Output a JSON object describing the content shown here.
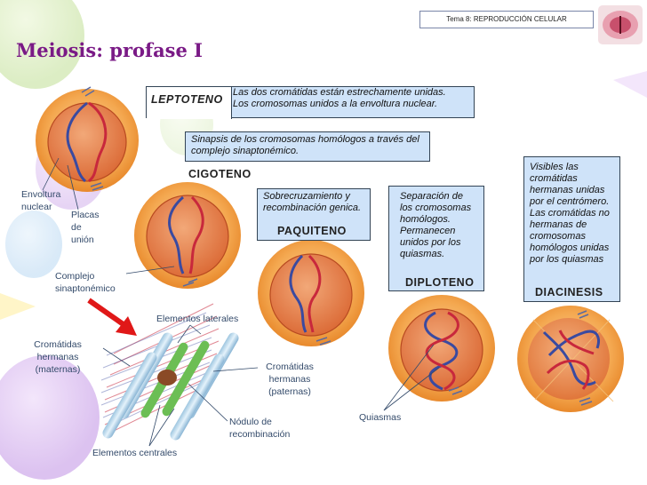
{
  "header": {
    "topic": "Tema 8: REPRODUCCIÓN CELULAR",
    "title": "Meiosis: profase I"
  },
  "stages": {
    "leptoteno": {
      "name": "LEPTOTENO",
      "text": "Las dos cromátidas están estrechamente unidas.\nLos cromosomas unidos a la envoltura nuclear."
    },
    "cigoteno": {
      "name": "CIGOTENO",
      "text": "Sinapsis de los cromosomas homólogos a través del complejo sinaptonémico."
    },
    "paquiteno": {
      "name": "PAQUITENO",
      "text": "Sobrecruzamiento y recombinación genica."
    },
    "diploteno": {
      "name": "DIPLOTENO",
      "text": "Separación de los cromosomas homólogos. Permanecen unidos por los quiasmas."
    },
    "diacinesis": {
      "name": "DIACINESIS",
      "text": "Visibles las cromátidas hermanas unidas por el centrómero. Las cromátidas no hermanas de cromosomas homólogos unidas por los quiasmas"
    }
  },
  "labels": {
    "envoltura": "Envoltura\nnuclear",
    "placas": "Placas\nde\nunión",
    "complejo": "Complejo\nsinaptonémico",
    "laterales": "Elementos laterales",
    "maternas": "Cromátidas\nhermanas\n(maternas)",
    "paternas": "Cromátidas\nhermanas\n(paternas)",
    "nodulo": "Nódulo de\nrecombinación",
    "centrales": "Elementos centrales",
    "quiasmas": "Quiasmas"
  },
  "colors": {
    "title": "#7a1a86",
    "box_fill": "#cfe3f9",
    "cell_outer": "#f0a040",
    "cell_inner": "#e0753a",
    "maternal": "#3a4aa0",
    "paternal": "#c8283c",
    "arrow": "#e01818"
  }
}
